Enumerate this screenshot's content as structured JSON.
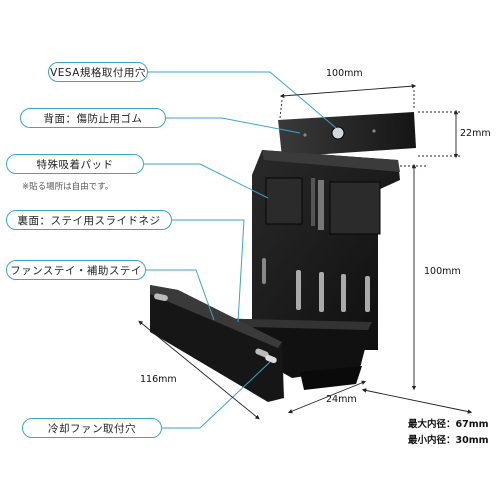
{
  "callouts": {
    "vesa": "VESA規格取付用穴",
    "back_rubber": "背面：傷防止用ゴム",
    "pad": "特殊吸着パッド",
    "pad_note": "※貼る場所は自由です。",
    "slide_screw": "裏面：ステイ用スライドネジ",
    "fan_stay": "ファンステイ・補助ステイ",
    "fan_mount": "冷却ファン取付穴"
  },
  "dimensions": {
    "top_width": "100mm",
    "top_depth": "22mm",
    "height": "100mm",
    "base_length": "116mm",
    "base_depth": "24mm"
  },
  "specs": {
    "max_inner": "最大内径：67mm",
    "min_inner": "最小内径：30mm"
  },
  "colors": {
    "callout_border": "#3aa6c9",
    "leader_line": "#3aa6c9",
    "bracket": "#1a1a1a"
  }
}
